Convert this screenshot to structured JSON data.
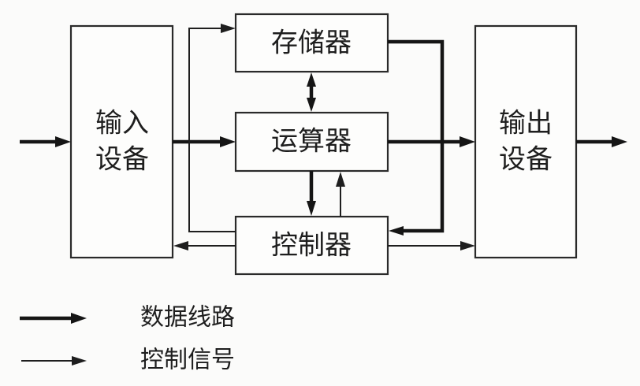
{
  "diagram": {
    "title": "Computer five-component structure",
    "nodes": {
      "input_device": {
        "line1": "输入",
        "line2": "设备"
      },
      "memory": {
        "label": "存储器"
      },
      "alu": {
        "label": "运算器"
      },
      "controller": {
        "label": "控制器"
      },
      "output_device": {
        "line1": "输出",
        "line2": "设备"
      }
    },
    "edges": [
      {
        "from": "external",
        "to": "input_device",
        "kind": "data"
      },
      {
        "from": "input_device",
        "to": "alu",
        "kind": "data"
      },
      {
        "from": "memory",
        "to": "alu",
        "kind": "data",
        "bidirectional": true
      },
      {
        "from": "alu",
        "to": "output_device",
        "kind": "data"
      },
      {
        "from": "alu",
        "to": "controller",
        "kind": "data"
      },
      {
        "from": "memory",
        "to": "controller",
        "kind": "data"
      },
      {
        "from": "output_device",
        "to": "external",
        "kind": "data"
      },
      {
        "from": "controller",
        "to": "alu",
        "kind": "control"
      },
      {
        "from": "controller",
        "to": "memory",
        "kind": "control"
      },
      {
        "from": "controller",
        "to": "input_device",
        "kind": "control"
      },
      {
        "from": "controller",
        "to": "output_device",
        "kind": "control"
      }
    ],
    "legend": {
      "data_path": "数据线路",
      "control_signal": "控制信号"
    }
  },
  "colors": {
    "line": "#1e1e1e",
    "background": "#fbfbfa"
  }
}
